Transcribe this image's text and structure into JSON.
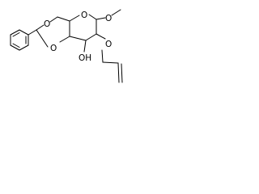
{
  "molecule": {
    "atom_labels": {
      "ring_oxygen": "O",
      "acetal_oxygen_1": "O",
      "acetal_oxygen_2": "O",
      "hydroxyl": "OH",
      "ether_oxygen_allyl": "O",
      "methoxy_oxygen": "O"
    }
  },
  "colors": {
    "bond": "#000000",
    "text": "#000000",
    "background": "#ffffff"
  }
}
